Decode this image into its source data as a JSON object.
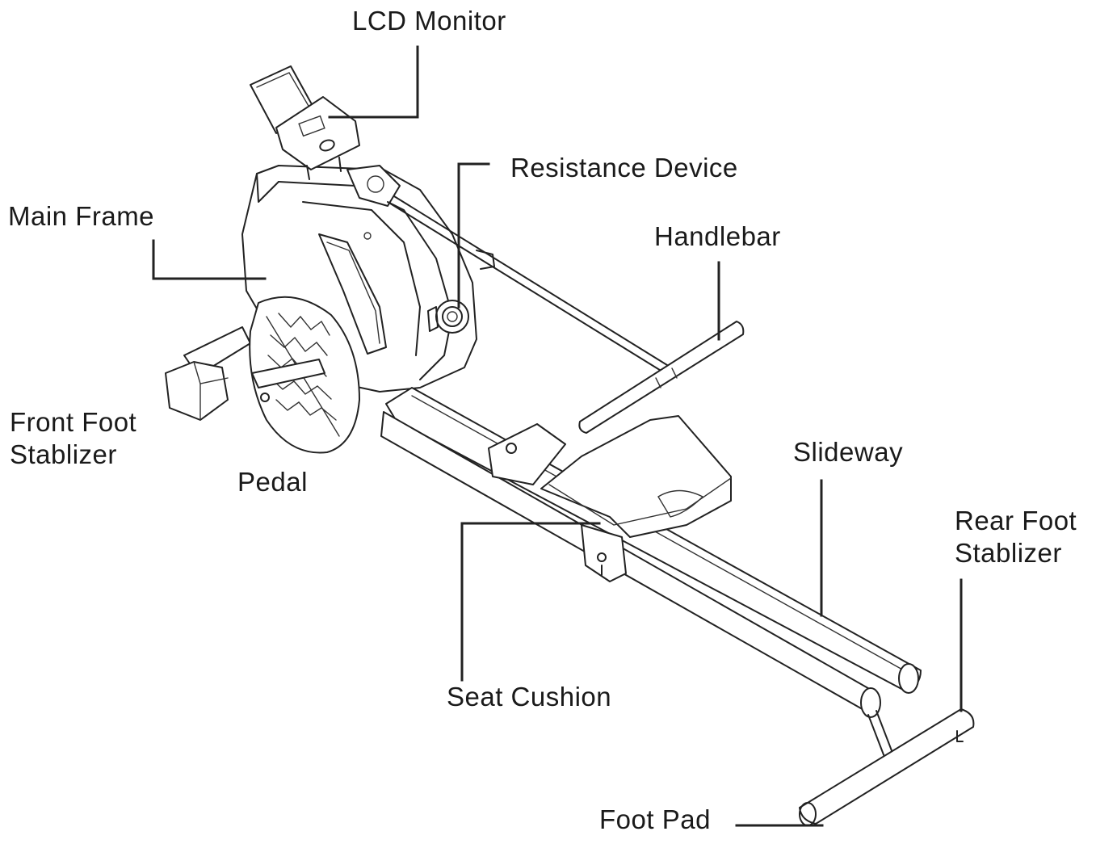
{
  "labels": {
    "lcd_monitor": "LCD Monitor",
    "resistance_device": "Resistance Device",
    "main_frame": "Main Frame",
    "handlebar": "Handlebar",
    "front_foot_line1": "Front Foot",
    "front_foot_line2": "Stablizer",
    "pedal": "Pedal",
    "slideway": "Slideway",
    "rear_foot_line1": "Rear Foot",
    "rear_foot_line2": "Stablizer",
    "seat_cushion": "Seat Cushion",
    "foot_pad": "Foot Pad"
  },
  "colors": {
    "line": "#222222",
    "text": "#1a1a1a",
    "background": "#ffffff"
  }
}
